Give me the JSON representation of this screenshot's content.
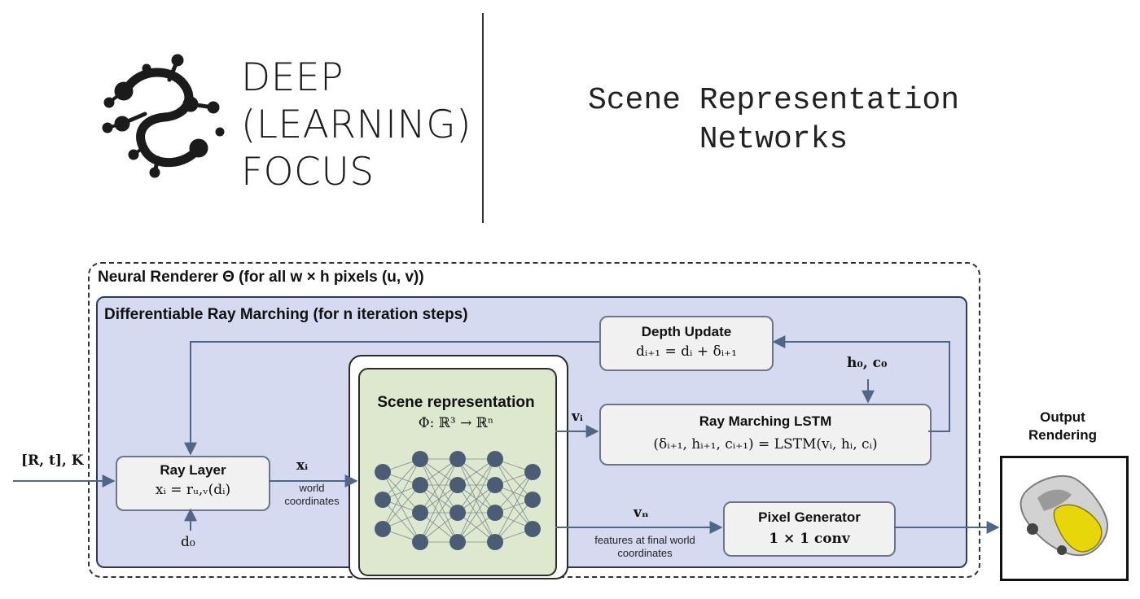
{
  "logo": {
    "icon": "circuit-s-logo-icon",
    "lines": [
      "DEEP",
      "(LEARNING)",
      "FOCUS"
    ]
  },
  "header_title": [
    "Scene Representation",
    "Networks"
  ],
  "diagram": {
    "neural_renderer_label": "Neural Renderer Θ (for all w × h pixels (u, v))",
    "ray_marching_label": "Differentiable Ray Marching (for n iteration steps)",
    "depth_update": {
      "title": "Depth Update",
      "formula": "dᵢ₊₁ = dᵢ + δᵢ₊₁"
    },
    "h0c0": "h₀, c₀",
    "scene_representation": {
      "title": "Scene representation",
      "formula": "Φ: ℝ³ → ℝⁿ"
    },
    "v_i": "vᵢ",
    "ray_marching_lstm": {
      "title": "Ray Marching LSTM",
      "formula": "(δᵢ₊₁, hᵢ₊₁, cᵢ₊₁) = LSTM(vᵢ, hᵢ, cᵢ)"
    },
    "input_label": "[R, t], K",
    "ray_layer": {
      "title": "Ray Layer",
      "formula": "xᵢ = rᵤ,ᵥ(dᵢ)"
    },
    "x_i": "xᵢ",
    "world_coordinates": "world coordinates",
    "d0": "d₀",
    "v_n": "vₙ",
    "features_label": "features at final world coordinates",
    "pixel_generator": {
      "title": "Pixel Generator",
      "formula": "1 × 1 conv"
    },
    "output_label": "Output Rendering",
    "output_image": "yellow-car-render-icon"
  },
  "colors": {
    "ray_box_fill": "#d5daf0",
    "scene_fill": "#dde8cf",
    "node_fill": "#f1f1f1",
    "arrow": "#4f6687",
    "neuron": "#4c5c75"
  }
}
